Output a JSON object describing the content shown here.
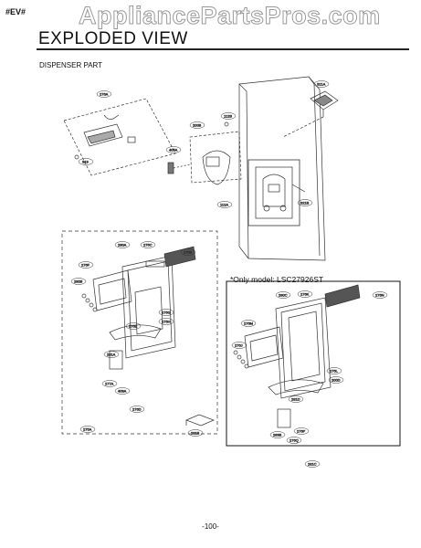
{
  "header": {
    "tag": "#EV#",
    "watermark": "AppliancePartsPros.com",
    "title": "EXPLODED VIEW",
    "section": "DISPENSER PART"
  },
  "note": {
    "only_model": "*Only model: LSC27926ST"
  },
  "footer": {
    "page_number": "-100-"
  },
  "callouts": [
    "321A",
    "276A",
    "319",
    "200B",
    "112B",
    "405A",
    "112A",
    "321B",
    "280A",
    "276C",
    "276B",
    "276F",
    "280B",
    "276E",
    "276H",
    "276G",
    "281A",
    "277A",
    "409A",
    "276D",
    "281B",
    "275A",
    "280C",
    "276K",
    "276N",
    "276M",
    "276J",
    "276L",
    "200D",
    "281D",
    "283B",
    "276P",
    "276Q",
    "281C"
  ]
}
